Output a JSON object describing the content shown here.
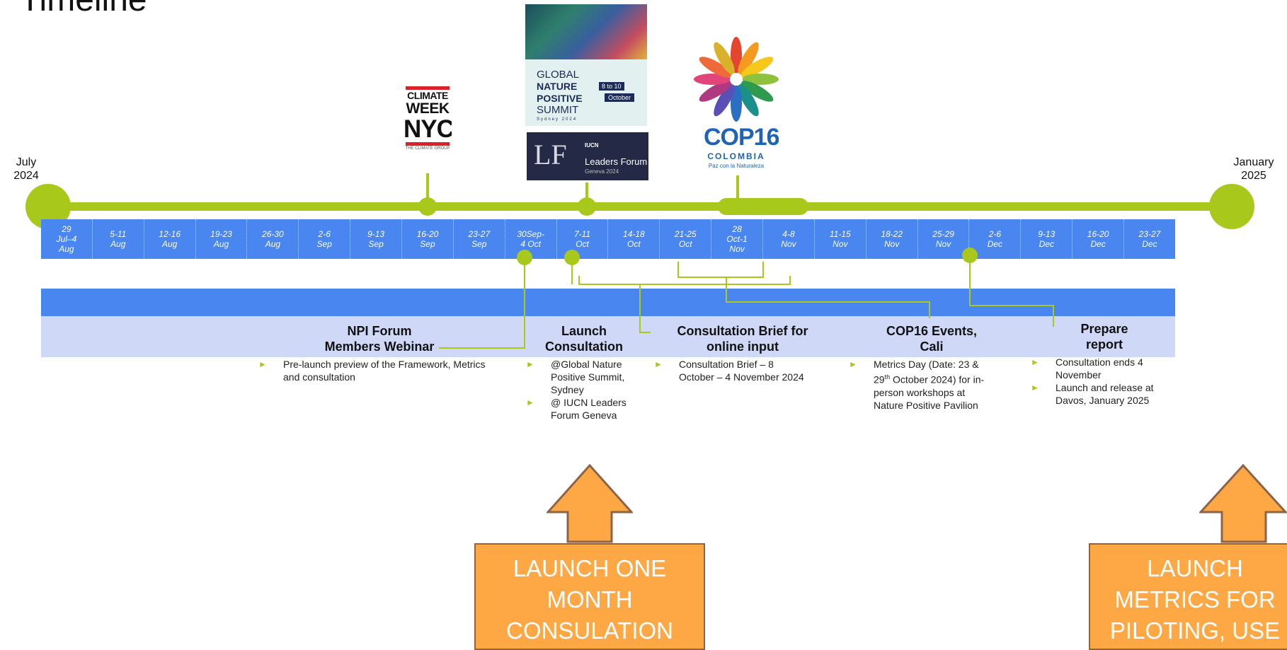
{
  "title": "Timeline",
  "start_label": {
    "month": "July",
    "year": "2024"
  },
  "end_label": {
    "month": "January",
    "year": "2025"
  },
  "colors": {
    "rail": "#a8c81b",
    "week_band": "#4a86ef",
    "lower_band": "#cfd9f7",
    "arrow_fill": "#fda845",
    "arrow_border": "#8d6448"
  },
  "weeks": [
    [
      "29",
      "Jul–4",
      "Aug"
    ],
    [
      "5-11",
      "Aug"
    ],
    [
      "12-16",
      "Aug"
    ],
    [
      "19-23",
      "Aug"
    ],
    [
      "26-30",
      "Aug"
    ],
    [
      "2-6",
      "Sep"
    ],
    [
      "9-13",
      "Sep"
    ],
    [
      "16-20",
      "Sep"
    ],
    [
      "23-27",
      "Sep"
    ],
    [
      "30Sep-",
      "4 Oct"
    ],
    [
      "7-11",
      "Oct"
    ],
    [
      "14-18",
      "Oct"
    ],
    [
      "21-25",
      "Oct"
    ],
    [
      "28",
      "Oct-1",
      "Nov"
    ],
    [
      "4-8",
      "Nov"
    ],
    [
      "11-15",
      "Nov"
    ],
    [
      "18-22",
      "Nov"
    ],
    [
      "25-29",
      "Nov"
    ],
    [
      "2-6",
      "Dec"
    ],
    [
      "9-13",
      "Dec"
    ],
    [
      "16-20",
      "Dec"
    ],
    [
      "23-27",
      "Dec"
    ]
  ],
  "logos": {
    "climate_week": {
      "line1": "CLIMATE",
      "line2": "WEEK",
      "line3": "NYC",
      "footer": "THE CLIMATE GROUP"
    },
    "gnps": {
      "line1": "GLOBAL",
      "line2": "NATURE",
      "line3": "POSITIVE",
      "line4": "SUMMIT",
      "dates": "8 to 10",
      "month": "October",
      "place": "Sydney 2024"
    },
    "leaders_forum": {
      "mark": "LF",
      "org": "IUCN",
      "name": "Leaders Forum",
      "place": "Geneva 2024"
    },
    "cop16": {
      "name": "COP16",
      "country": "COLOMBIA",
      "tagline": "Paz con la Naturaleza"
    }
  },
  "events": {
    "webinar": {
      "title_line1": "NPI Forum",
      "title_line2": "Members Webinar",
      "bullets": [
        "Pre-launch preview of the Framework, Metrics and consultation"
      ]
    },
    "launch": {
      "title_line1": "Launch",
      "title_line2": "Consultation",
      "bullets": [
        "@Global Nature Positive Summit, Sydney",
        "@ IUCN Leaders Forum Geneva"
      ]
    },
    "brief": {
      "title_line1": "Consultation Brief for",
      "title_line2": "online input",
      "bullets": [
        "Consultation Brief – 8 October – 4 November 2024"
      ]
    },
    "cop_events": {
      "title_line1": "COP16 Events,",
      "title_line2": "Cali",
      "bullet_pre": "Metrics Day (Date: 23 & 29",
      "bullet_sup": "th",
      "bullet_post": " October 2024) for in-person workshops at Nature Positive Pavilion"
    },
    "report": {
      "title_line1": "Prepare",
      "title_line2": "report",
      "bullets": [
        "Consultation ends 4 November",
        "Launch and release at Davos, January 2025"
      ]
    }
  },
  "arrows": [
    {
      "lines": [
        "LAUNCH ONE",
        "MONTH",
        "CONSULATION"
      ]
    },
    {
      "lines": [
        "LAUNCH",
        "METRICS FOR",
        "PILOTING, USE"
      ]
    }
  ]
}
